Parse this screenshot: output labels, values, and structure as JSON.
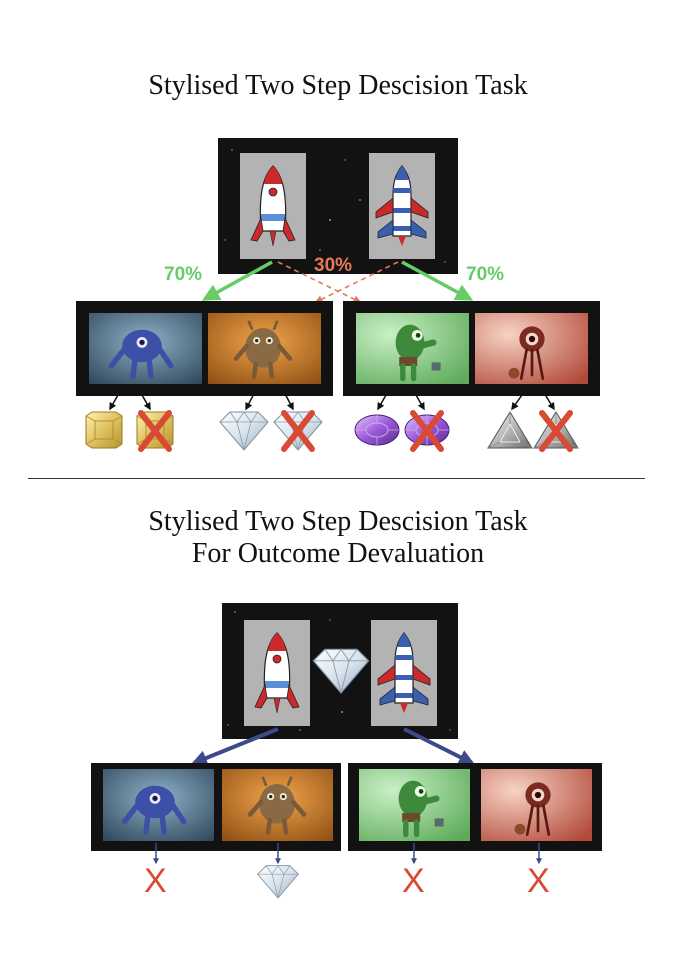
{
  "top": {
    "title": "Stylised Two Step Descision Task",
    "pct_left": "70%",
    "pct_middle": "30%",
    "pct_right": "70%"
  },
  "bottom": {
    "title_line1": "Stylised Two Step Descision Task",
    "title_line2": "For Outcome Devaluation",
    "outcome_marks": [
      "X",
      "X",
      "X"
    ]
  },
  "colors": {
    "common_arrow": "#66cc66",
    "rare_arrow": "#e57a5a",
    "devaluation_arrow": "#3b4a8a",
    "x_mark": "#d94a35",
    "space_background": "#121212"
  }
}
